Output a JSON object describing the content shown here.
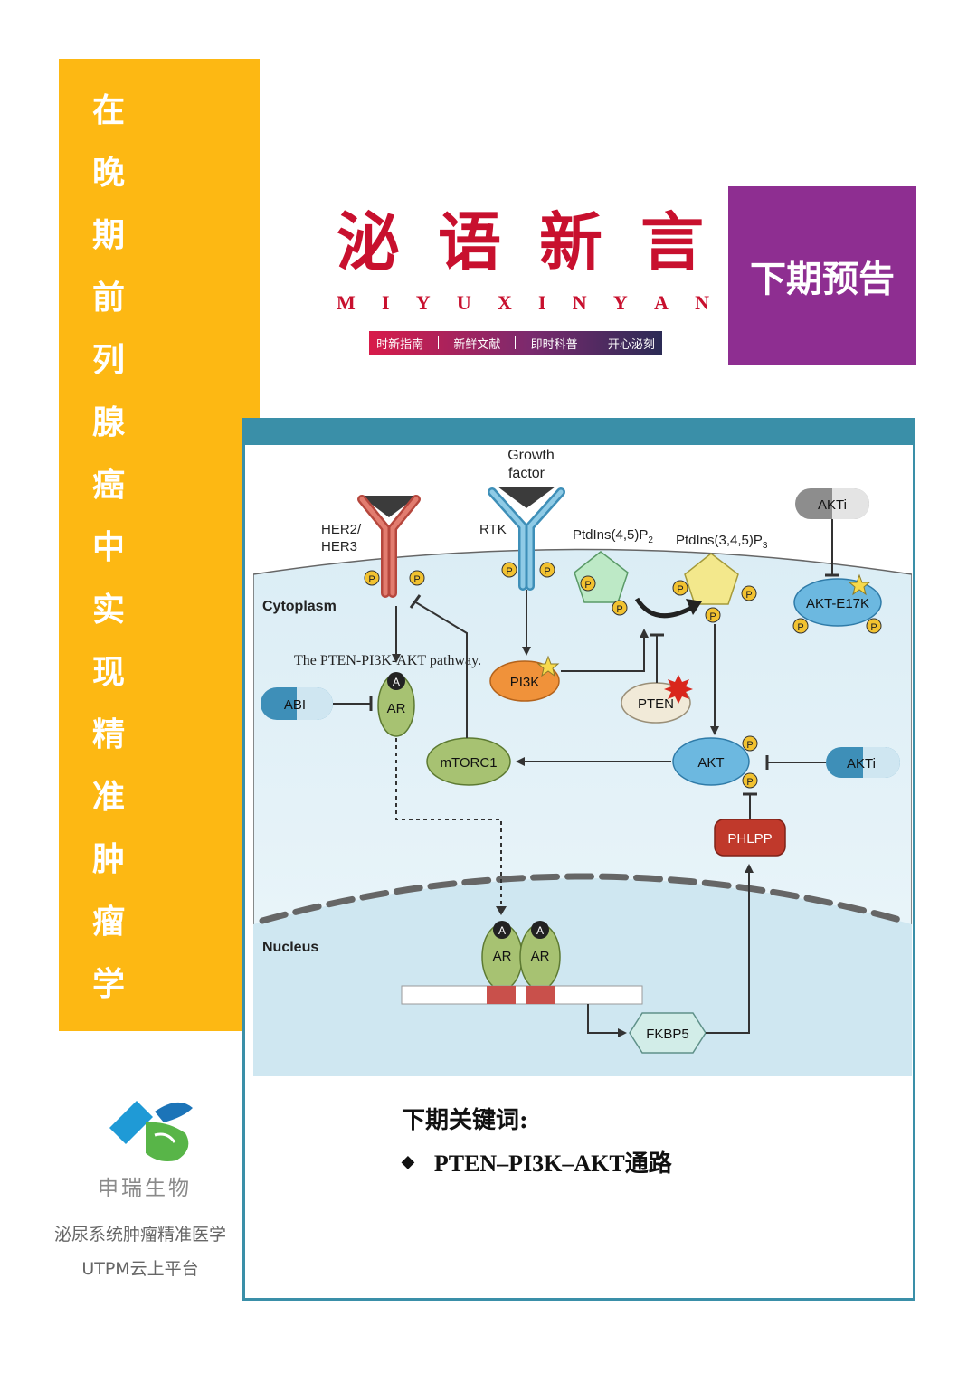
{
  "banner": {
    "chars": [
      "在",
      "晚",
      "期",
      "前",
      "列",
      "腺",
      "癌",
      "中",
      "实",
      "现",
      "精",
      "准",
      "肿",
      "瘤",
      "学"
    ]
  },
  "logo": {
    "title_chars": [
      "泌",
      "语",
      "新",
      "言"
    ],
    "subtitle_letters": [
      "M",
      "I",
      "Y",
      "U",
      "X",
      "I",
      "N",
      "Y",
      "A",
      "N"
    ],
    "tags": [
      "时新指南",
      "新鲜文献",
      "即时科普",
      "开心泌刻"
    ]
  },
  "preview_label": "下期预告",
  "diagram": {
    "caption": "The PTEN-PI3K-AKT pathway.",
    "compartments": {
      "cytoplasm": "Cytoplasm",
      "nucleus": "Nucleus"
    },
    "growth_factor": [
      "Growth",
      "factor"
    ],
    "her": [
      "HER2/",
      "HER3"
    ],
    "rtk": "RTK",
    "ptdins45": "PtdIns(4,5)P",
    "ptdins45_sub": "2",
    "ptdins345": "PtdIns(3,4,5)P",
    "ptdins345_sub": "3",
    "akti_top": "AKTi",
    "akt_e17k": "AKT-E17K",
    "pi3k": "PI3K",
    "pten": "PTEN",
    "abi": "ABI",
    "ar": "AR",
    "ar_a": "A",
    "mtorc1": "mTORC1",
    "akt": "AKT",
    "akti_right": "AKTi",
    "phlpp": "PHLPP",
    "fkbp5": "FKBP5",
    "p": "P"
  },
  "keywords": {
    "title": "下期关键词:",
    "items": [
      "PTEN–PI3K–AKT通路"
    ]
  },
  "company": {
    "name": "申瑞生物",
    "line1": "泌尿系统肿瘤精准医学",
    "line2": "UTPM云上平台"
  },
  "colors": {
    "banner": "#FDB813",
    "preview": "#8E2E91",
    "frame": "#3A8FA8",
    "brand_red": "#c8102e"
  }
}
